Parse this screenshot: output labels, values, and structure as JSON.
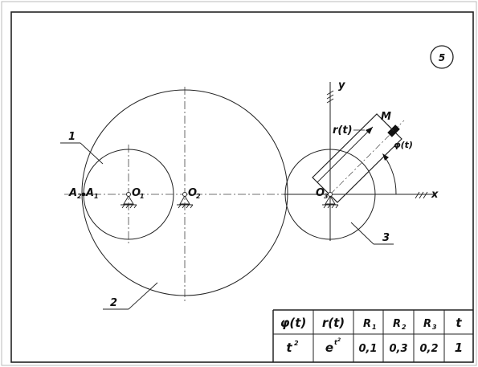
{
  "sheet_number": "5",
  "labels": {
    "y_axis": "y",
    "x_axis": "x",
    "r_t": "r(t)",
    "M": "M",
    "phi_t": "φ(t)",
    "A2": "A",
    "A2_sub": "2",
    "A1": "A",
    "A1_sub": "1",
    "O1": "O",
    "O1_sub": "1",
    "O2": "O",
    "O2_sub": "2",
    "O3": "O",
    "O3_sub": "3",
    "wheel_1": "1",
    "wheel_2": "2",
    "wheel_3": "3"
  },
  "table": {
    "headers": {
      "phi": "φ(t)",
      "r": "r(t)",
      "R1": "R",
      "R1_sub": "1",
      "R2": "R",
      "R2_sub": "2",
      "R3": "R",
      "R3_sub": "3",
      "t": "t"
    },
    "values": {
      "phi_base": "t",
      "phi_exp": "2",
      "r_base": "e",
      "r_exp": "t",
      "r_exp2": "2",
      "R1": "0,1",
      "R2": "0,3",
      "R3": "0,2",
      "t": "1"
    }
  }
}
